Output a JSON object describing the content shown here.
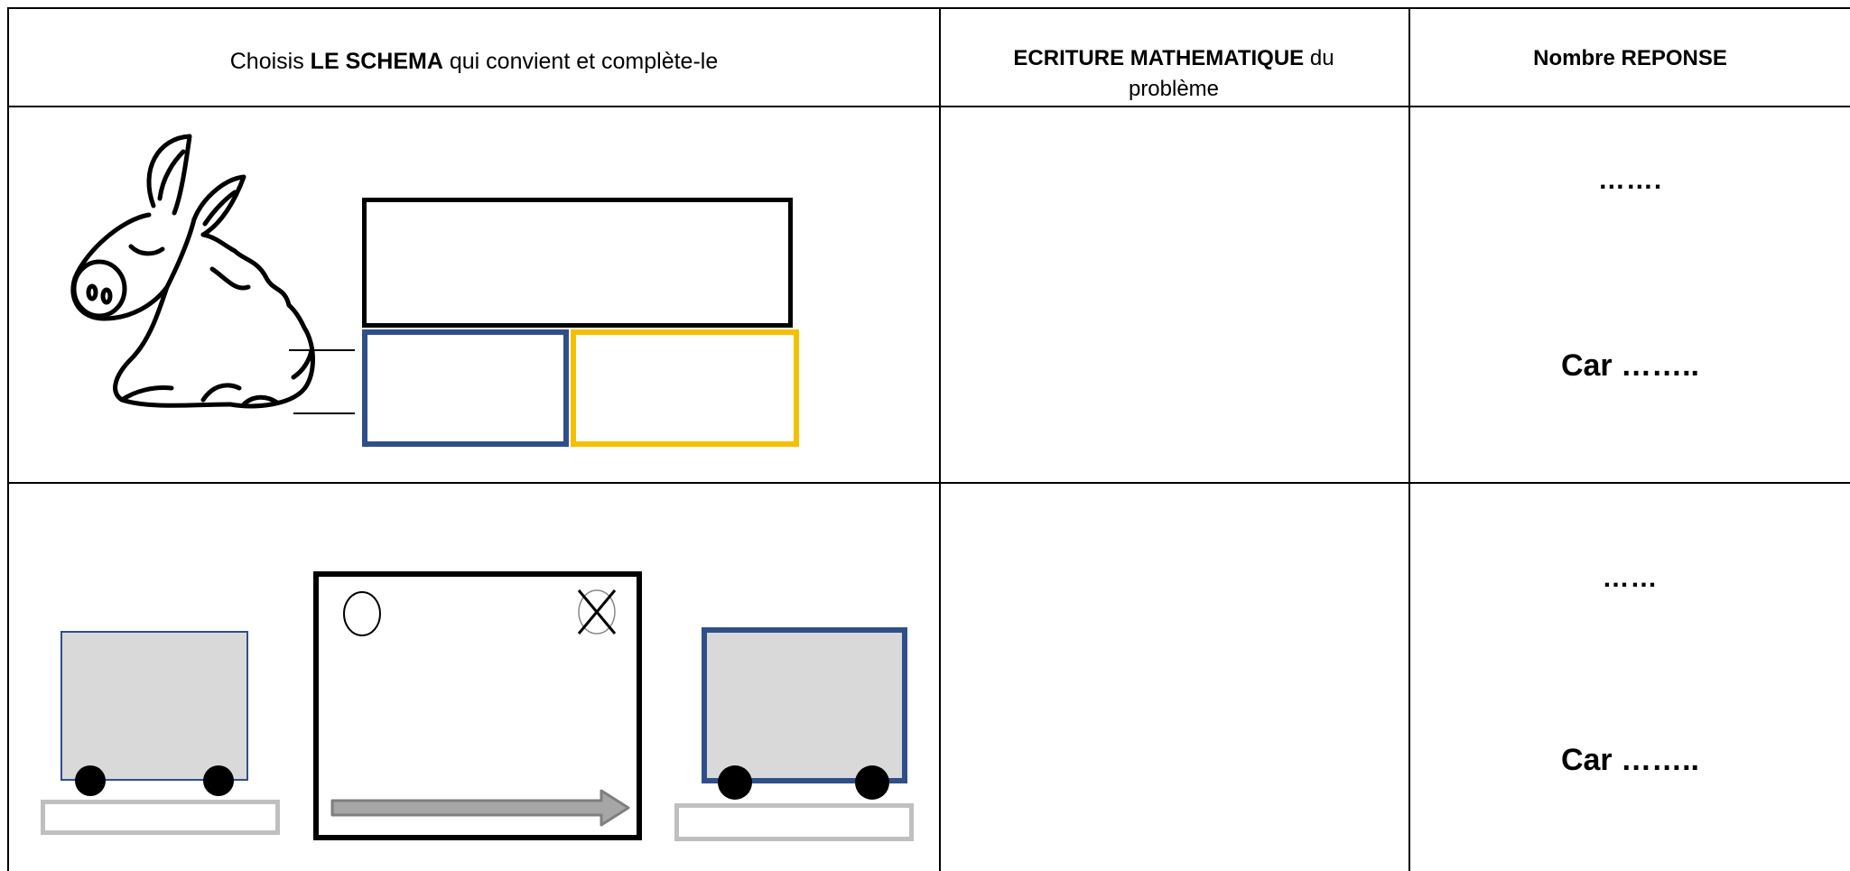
{
  "header": {
    "col1_prefix": "Choisis ",
    "col1_bold": "LE SCHEMA",
    "col1_suffix": " qui convient et complète-le",
    "col2_bold": "ECRITURE MATHEMATIQUE",
    "col2_suffix": " du problème",
    "col3_bold": "Nombre REPONSE"
  },
  "rows": [
    {
      "icon": "donkey-icon",
      "answer_dots": "…….",
      "car_label": "Car  ……..",
      "schema_colors": {
        "whole": "#000000",
        "part1": "#2f4f8a",
        "part2": "#f5c000"
      }
    },
    {
      "icon": "wagon-icon",
      "answer_dots": "……",
      "car_label": "Car  ……..",
      "schema_colors": {
        "wagon_fill": "#d9d9d9",
        "wagon_border": "#2f4f8a",
        "arrow": "#8c8c8c",
        "rail": "#bfbfbf"
      }
    }
  ]
}
